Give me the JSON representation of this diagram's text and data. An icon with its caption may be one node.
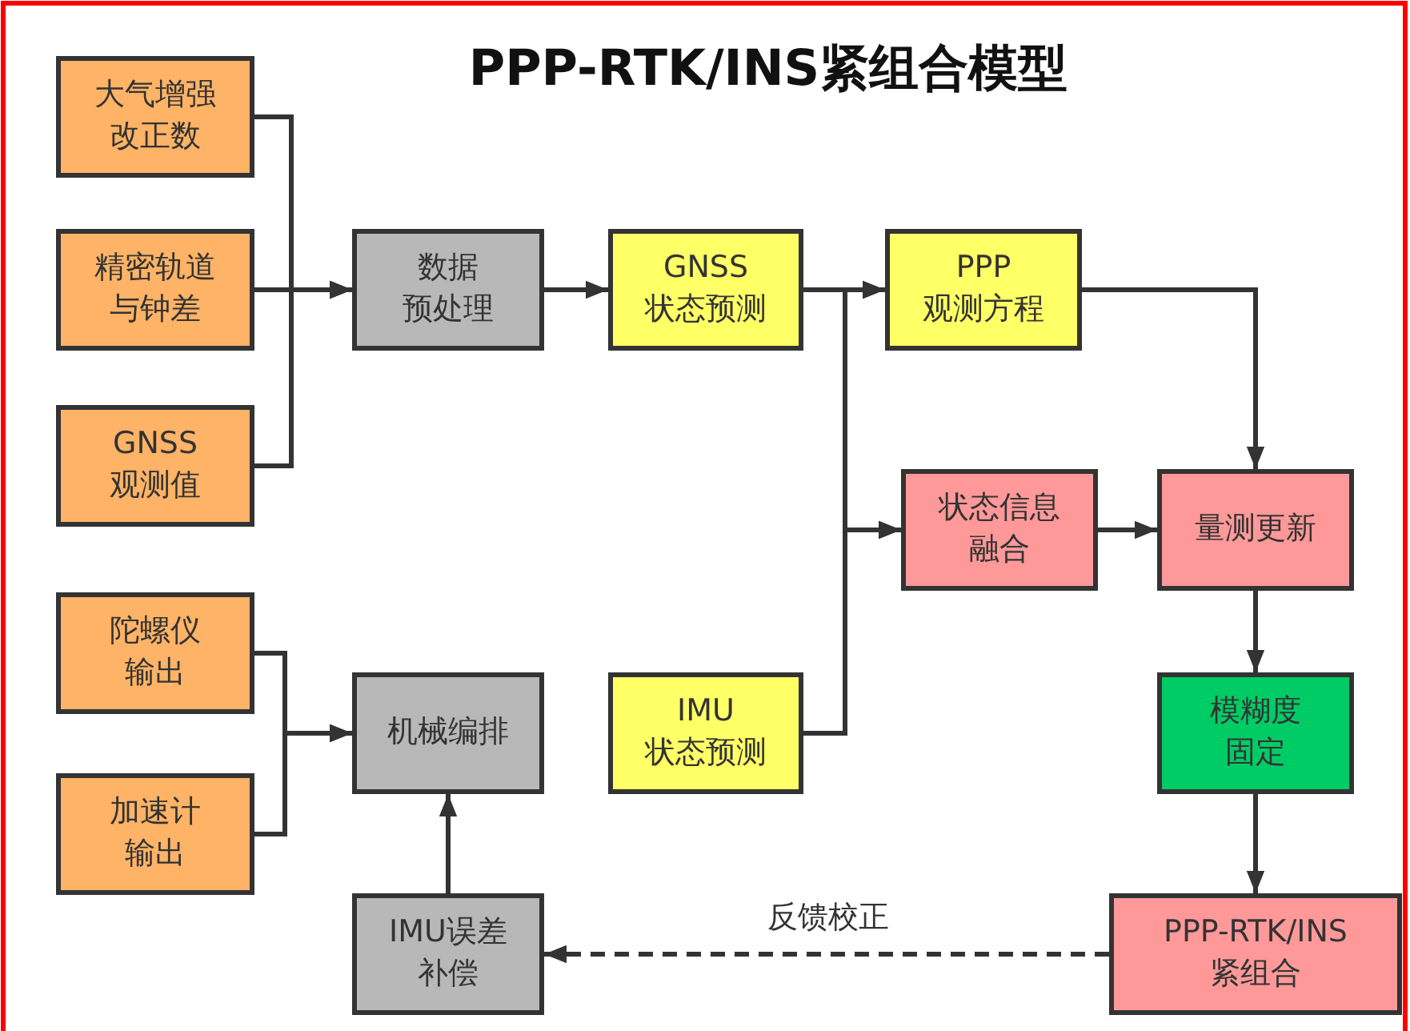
{
  "diagram": {
    "title": "PPP-RTK/INS紧组合模型",
    "nodes": [
      {
        "text": [
          "大气增强改正数"
        ]
      },
      {
        "text": [
          "精密轨道与钟差"
        ]
      },
      {
        "text": [
          "GNSS观测值"
        ]
      },
      {
        "text": [
          "陀螺仪输出"
        ]
      },
      {
        "text": [
          "加速计输出"
        ]
      },
      {
        "text": [
          "数据预处理"
        ]
      },
      {
        "text": [
          "GNSS状态预测"
        ]
      },
      {
        "text": [
          "PPP观测方程"
        ]
      },
      {
        "text": [
          "状态信息融合"
        ]
      },
      {
        "text": [
          "量测更新"
        ]
      },
      {
        "text": [
          "机械编排"
        ]
      },
      {
        "text": [
          "IMU状态预测"
        ]
      },
      {
        "text": [
          "模糊度固定"
        ]
      },
      {
        "text": [
          "IMU误差补偿"
        ]
      },
      {
        "text": [
          "PPP-RTK/INS紧组合"
        ]
      }
    ],
    "edges": [
      {
        "from": 0,
        "to": 5,
        "arrow": "to"
      },
      {
        "from": 1,
        "to": 5,
        "arrow": "to"
      },
      {
        "from": 2,
        "to": 5,
        "arrow": "to"
      },
      {
        "from": 3,
        "to": 10,
        "arrow": "to"
      },
      {
        "from": 4,
        "to": 10,
        "arrow": "to"
      },
      {
        "from": 5,
        "to": 6,
        "arrow": "to"
      },
      {
        "from": 6,
        "to": 7,
        "arrow": "to"
      },
      {
        "from": 6,
        "to": 8,
        "arrow": "to"
      },
      {
        "from": 11,
        "to": 7,
        "arrow": "to"
      },
      {
        "from": 11,
        "to": 8,
        "arrow": "to"
      },
      {
        "from": 7,
        "to": 9,
        "arrow": "to"
      },
      {
        "from": 8,
        "to": 9,
        "arrow": "to"
      },
      {
        "from": 9,
        "to": 12,
        "arrow": "to"
      },
      {
        "from": 12,
        "to": 14,
        "arrow": "to"
      },
      {
        "from": 14,
        "to": 13,
        "arrow": "to",
        "label": "反馈校正",
        "style": "dashed"
      },
      {
        "from": 13,
        "to": 10,
        "arrow": "to"
      }
    ]
  }
}
